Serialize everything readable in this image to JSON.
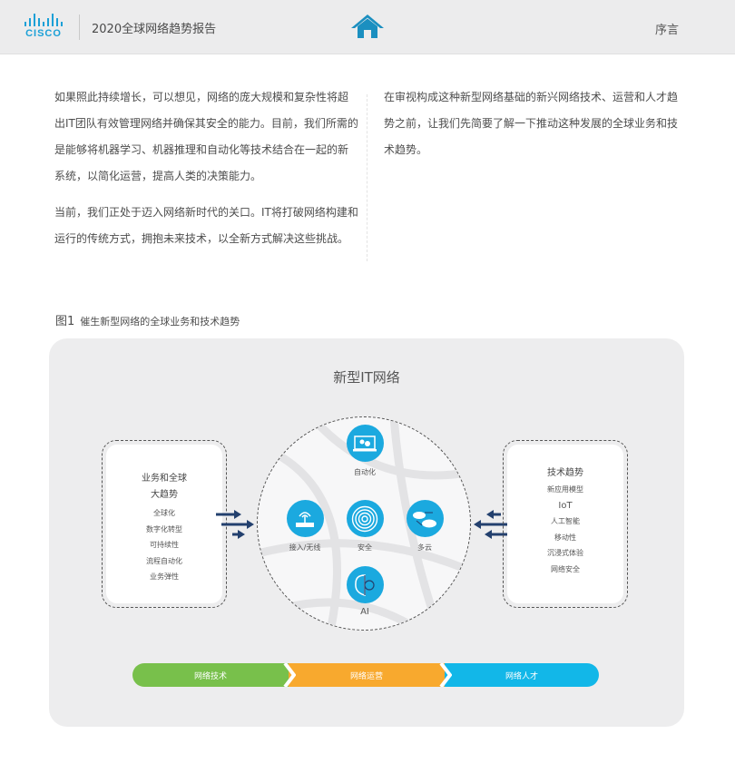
{
  "header": {
    "logo_text": "CISCO",
    "title": "2020全球网络趋势报告",
    "home_icon": "home-icon",
    "section": "序言"
  },
  "body": {
    "left_paragraphs": [
      "如果照此持续增长，可以想见，网络的庞大规模和复杂性将超出IT团队有效管理网络并确保其安全的能力。目前，我们所需的是能够将机器学习、机器推理和自动化等技术结合在一起的新系统，以简化运营，提高人类的决策能力。",
      "当前，我们正处于迈入网络新时代的关口。IT将打破网络构建和运行的传统方式，拥抱未来技术，以全新方式解决这些挑战。"
    ],
    "right_paragraphs": [
      "在审视构成这种新型网络基础的新兴网络技术、运营和人才趋势之前，让我们先简要了解一下推动这种发展的全球业务和技术趋势。"
    ]
  },
  "figure": {
    "caption_number": "图1",
    "caption_text": "催生新型网络的全球业务和技术趋势",
    "title": "新型IT网络",
    "left_box": {
      "heading_line1": "业务和全球",
      "heading_line2": "大趋势",
      "items": [
        "全球化",
        "数字化转型",
        "可持续性",
        "流程自动化",
        "业务弹性"
      ]
    },
    "right_box": {
      "heading": "技术趋势",
      "items": [
        "新应用模型",
        "IoT",
        "人工智能",
        "移动性",
        "沉浸式体验",
        "网络安全"
      ]
    },
    "nodes": {
      "automation": {
        "label": "自动化",
        "icon": "laptop-gears-icon"
      },
      "access": {
        "label": "接入/无线",
        "icon": "wireless-router-icon"
      },
      "security": {
        "label": "安全",
        "icon": "fingerprint-icon"
      },
      "multicloud": {
        "label": "多云",
        "icon": "multicloud-icon"
      },
      "ai": {
        "label": "AI",
        "icon": "brain-icon"
      }
    },
    "bar": {
      "segments": [
        {
          "label": "网络技术",
          "color": "#78c04b"
        },
        {
          "label": "网络运营",
          "color": "#f8a92e"
        },
        {
          "label": "网络人才",
          "color": "#12b7e8"
        }
      ]
    }
  },
  "colors": {
    "brand": "#1ba0d7",
    "icon_disc": "#1ba9df",
    "arrow": "#23406e"
  }
}
